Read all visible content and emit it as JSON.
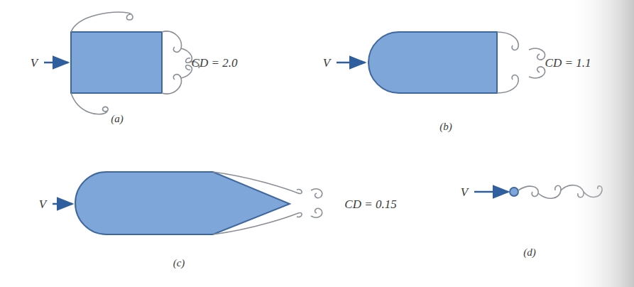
{
  "diagram": {
    "labels": [
      "V",
      "CD = 2.0",
      "(a)",
      "V",
      "CD = 1.1",
      "(b)",
      "V",
      "CD = 0.15",
      "(c)",
      "V",
      "(d)"
    ]
  }
}
